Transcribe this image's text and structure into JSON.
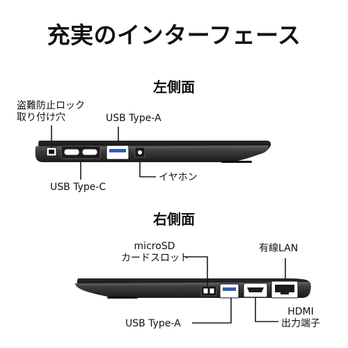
{
  "title": "充実のインターフェース",
  "left_side": {
    "heading": "左側面",
    "labels": {
      "security_lock_line1": "盗難防止ロック",
      "security_lock_line2": "取り付け穴",
      "usb_type_a": "USB Type-A",
      "usb_type_c": "USB Type-C",
      "earphone": "イヤホン"
    }
  },
  "right_side": {
    "heading": "右側面",
    "labels": {
      "microsd_line1": "microSD",
      "microsd_line2": "カードスロット",
      "wired_lan": "有線LAN",
      "usb_type_a": "USB Type-A",
      "hdmi_line1": "HDMI",
      "hdmi_line2": "出力端子"
    }
  },
  "colors": {
    "laptop_body": "#2f2f2f",
    "laptop_edge": "#0d0d0d",
    "usb_a_accent": "#2c5fb4",
    "background": "#ffffff"
  }
}
